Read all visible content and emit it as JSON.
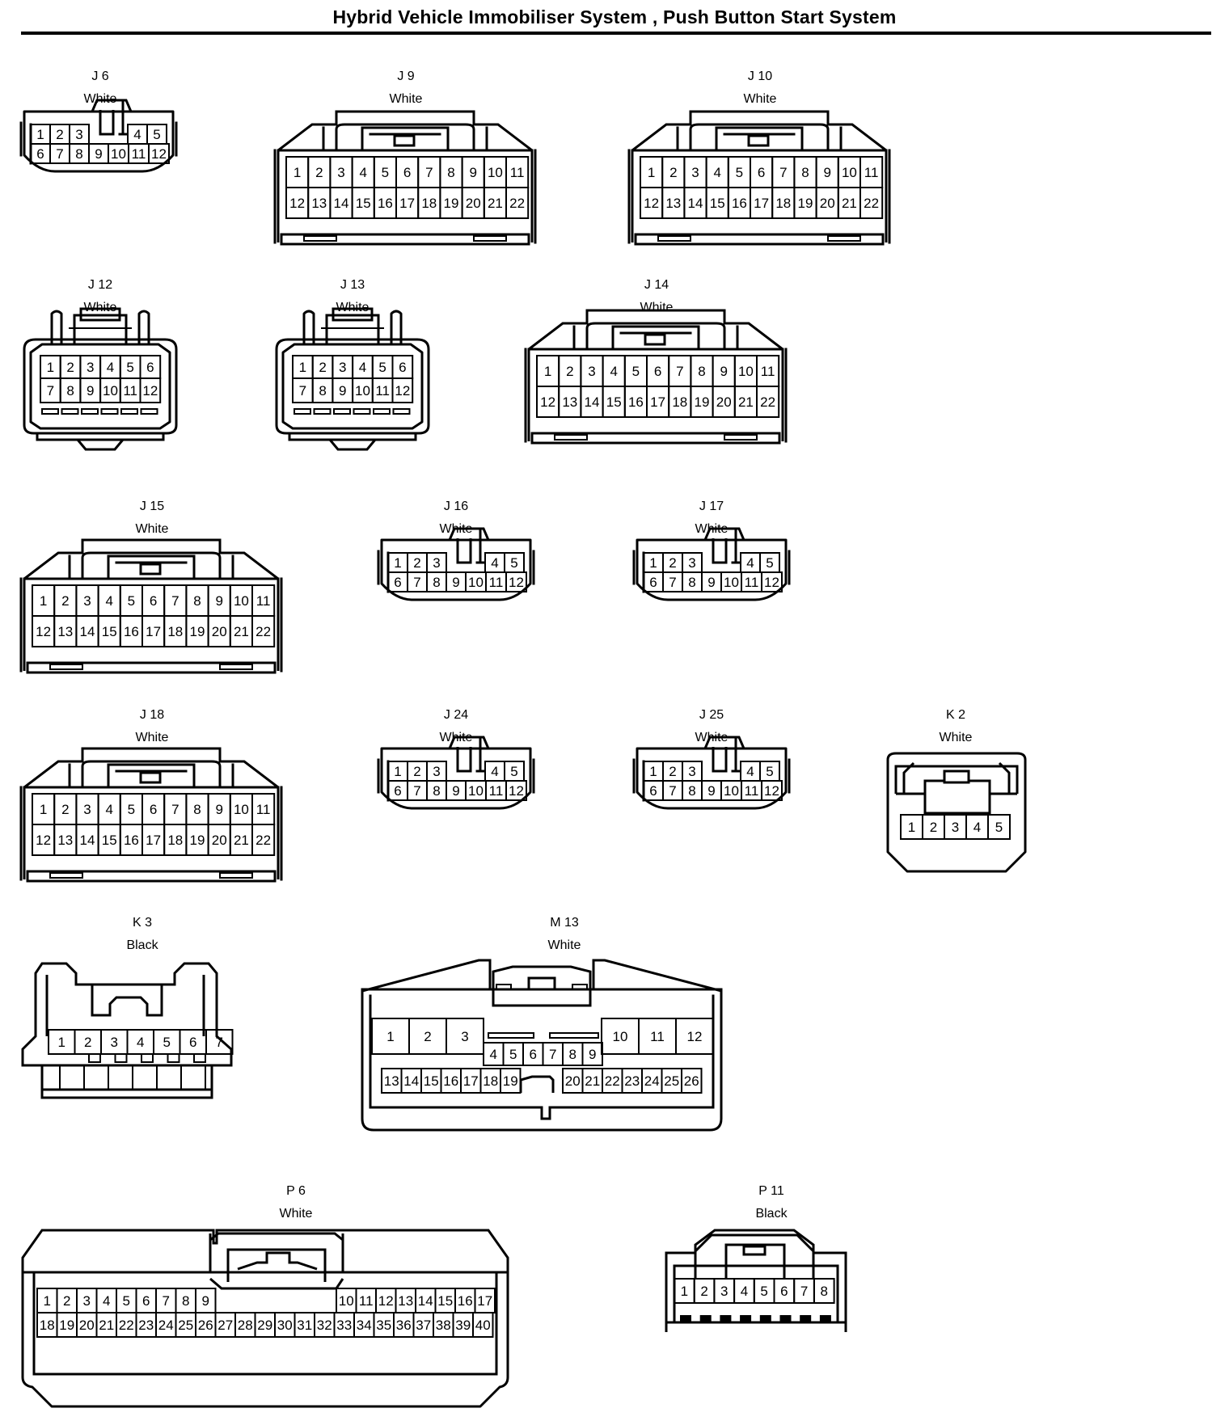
{
  "page": {
    "title": "Hybrid Vehicle Immobiliser System , Push Button Start System"
  },
  "connectors": [
    {
      "id": "J 6",
      "color": "White",
      "style": "small12",
      "rows": [
        [
          "1",
          "2",
          "3",
          "4",
          "5"
        ],
        [
          "6",
          "7",
          "8",
          "9",
          "10",
          "11",
          "12"
        ]
      ]
    },
    {
      "id": "J 9",
      "color": "White",
      "style": "large22",
      "rows": [
        [
          "1",
          "2",
          "3",
          "4",
          "5",
          "6",
          "7",
          "8",
          "9",
          "10",
          "11"
        ],
        [
          "12",
          "13",
          "14",
          "15",
          "16",
          "17",
          "18",
          "19",
          "20",
          "21",
          "22"
        ]
      ]
    },
    {
      "id": "J 10",
      "color": "White",
      "style": "large22",
      "rows": [
        [
          "1",
          "2",
          "3",
          "4",
          "5",
          "6",
          "7",
          "8",
          "9",
          "10",
          "11"
        ],
        [
          "12",
          "13",
          "14",
          "15",
          "16",
          "17",
          "18",
          "19",
          "20",
          "21",
          "22"
        ]
      ]
    },
    {
      "id": "J 12",
      "color": "White",
      "style": "medium12",
      "rows": [
        [
          "1",
          "2",
          "3",
          "4",
          "5",
          "6"
        ],
        [
          "7",
          "8",
          "9",
          "10",
          "11",
          "12"
        ]
      ]
    },
    {
      "id": "J 13",
      "color": "White",
      "style": "medium12",
      "rows": [
        [
          "1",
          "2",
          "3",
          "4",
          "5",
          "6"
        ],
        [
          "7",
          "8",
          "9",
          "10",
          "11",
          "12"
        ]
      ]
    },
    {
      "id": "J 14",
      "color": "White",
      "style": "large22",
      "rows": [
        [
          "1",
          "2",
          "3",
          "4",
          "5",
          "6",
          "7",
          "8",
          "9",
          "10",
          "11"
        ],
        [
          "12",
          "13",
          "14",
          "15",
          "16",
          "17",
          "18",
          "19",
          "20",
          "21",
          "22"
        ]
      ]
    },
    {
      "id": "J 15",
      "color": "White",
      "style": "large22",
      "rows": [
        [
          "1",
          "2",
          "3",
          "4",
          "5",
          "6",
          "7",
          "8",
          "9",
          "10",
          "11"
        ],
        [
          "12",
          "13",
          "14",
          "15",
          "16",
          "17",
          "18",
          "19",
          "20",
          "21",
          "22"
        ]
      ]
    },
    {
      "id": "J 16",
      "color": "White",
      "style": "small12",
      "rows": [
        [
          "1",
          "2",
          "3",
          "4",
          "5"
        ],
        [
          "6",
          "7",
          "8",
          "9",
          "10",
          "11",
          "12"
        ]
      ]
    },
    {
      "id": "J 17",
      "color": "White",
      "style": "small12",
      "rows": [
        [
          "1",
          "2",
          "3",
          "4",
          "5"
        ],
        [
          "6",
          "7",
          "8",
          "9",
          "10",
          "11",
          "12"
        ]
      ]
    },
    {
      "id": "J 18",
      "color": "White",
      "style": "large22",
      "rows": [
        [
          "1",
          "2",
          "3",
          "4",
          "5",
          "6",
          "7",
          "8",
          "9",
          "10",
          "11"
        ],
        [
          "12",
          "13",
          "14",
          "15",
          "16",
          "17",
          "18",
          "19",
          "20",
          "21",
          "22"
        ]
      ]
    },
    {
      "id": "J 24",
      "color": "White",
      "style": "small12",
      "rows": [
        [
          "1",
          "2",
          "3",
          "4",
          "5"
        ],
        [
          "6",
          "7",
          "8",
          "9",
          "10",
          "11",
          "12"
        ]
      ]
    },
    {
      "id": "J 25",
      "color": "White",
      "style": "small12",
      "rows": [
        [
          "1",
          "2",
          "3",
          "4",
          "5"
        ],
        [
          "6",
          "7",
          "8",
          "9",
          "10",
          "11",
          "12"
        ]
      ]
    },
    {
      "id": "K 2",
      "color": "White",
      "style": "k2",
      "rows": [
        [
          "1",
          "2",
          "3",
          "4",
          "5"
        ]
      ]
    },
    {
      "id": "K 3",
      "color": "Black",
      "style": "k3",
      "rows": [
        [
          "1",
          "2",
          "3",
          "4",
          "5",
          "6",
          "7"
        ]
      ]
    },
    {
      "id": "M 13",
      "color": "White",
      "style": "m13",
      "rows": [
        [
          "1",
          "2",
          "3",
          "10",
          "11",
          "12"
        ],
        [
          "4",
          "5",
          "6",
          "7",
          "8",
          "9"
        ],
        [
          "13",
          "14",
          "15",
          "16",
          "17",
          "18",
          "19",
          "20",
          "21",
          "22",
          "23",
          "24",
          "25",
          "26"
        ]
      ]
    },
    {
      "id": "P 6",
      "color": "White",
      "style": "p6",
      "rows": [
        [
          "1",
          "2",
          "3",
          "4",
          "5",
          "6",
          "7",
          "8",
          "9",
          "10",
          "11",
          "12",
          "13",
          "14",
          "15",
          "16",
          "17"
        ],
        [
          "18",
          "19",
          "20",
          "21",
          "22",
          "23",
          "24",
          "25",
          "26",
          "27",
          "28",
          "29",
          "30",
          "31",
          "32",
          "33",
          "34",
          "35",
          "36",
          "37",
          "38",
          "39",
          "40"
        ]
      ]
    },
    {
      "id": "P 11",
      "color": "Black",
      "style": "p11",
      "rows": [
        [
          "1",
          "2",
          "3",
          "4",
          "5",
          "6",
          "7",
          "8"
        ]
      ]
    }
  ]
}
